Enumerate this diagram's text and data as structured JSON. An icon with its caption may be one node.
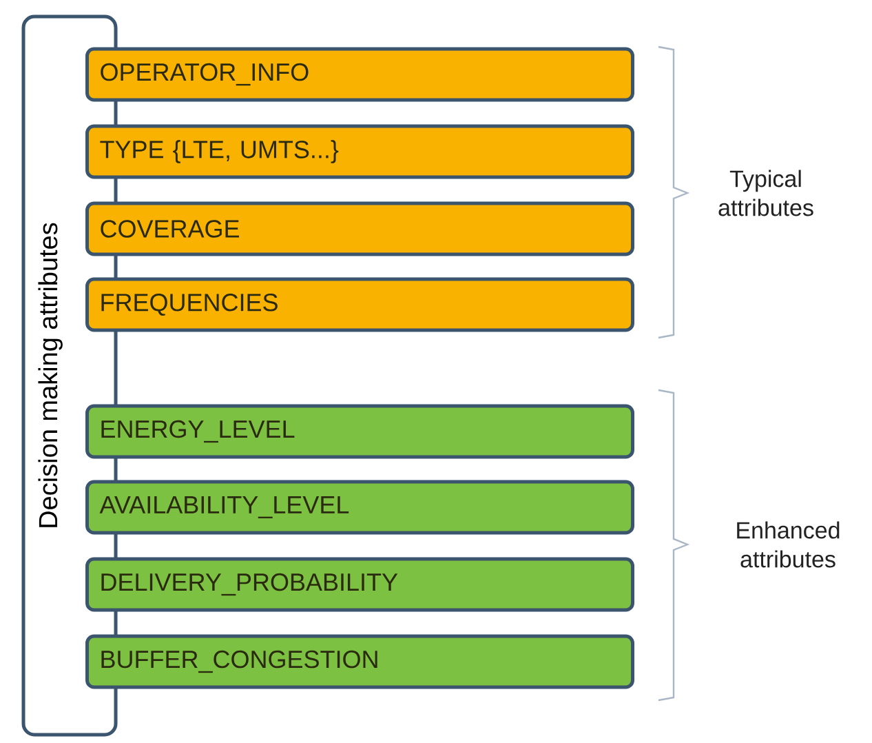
{
  "diagram": {
    "nodes": [
      {
        "text": [
          "Decision making attributes"
        ]
      },
      {
        "text": [
          "OPERATOR_INFO"
        ]
      },
      {
        "text": [
          "TYPE {LTE, UMTS...}"
        ]
      },
      {
        "text": [
          "COVERAGE"
        ]
      },
      {
        "text": [
          "FREQUENCIES"
        ]
      },
      {
        "text": [
          "ENERGY_LEVEL"
        ]
      },
      {
        "text": [
          "AVAILABILITY_LEVEL"
        ]
      },
      {
        "text": [
          "DELIVERY_PROBABILITY"
        ]
      },
      {
        "text": [
          "BUFFER_CONGESTION"
        ]
      }
    ],
    "labels": [
      "Typical attributes",
      "Enhanced attributes"
    ]
  }
}
